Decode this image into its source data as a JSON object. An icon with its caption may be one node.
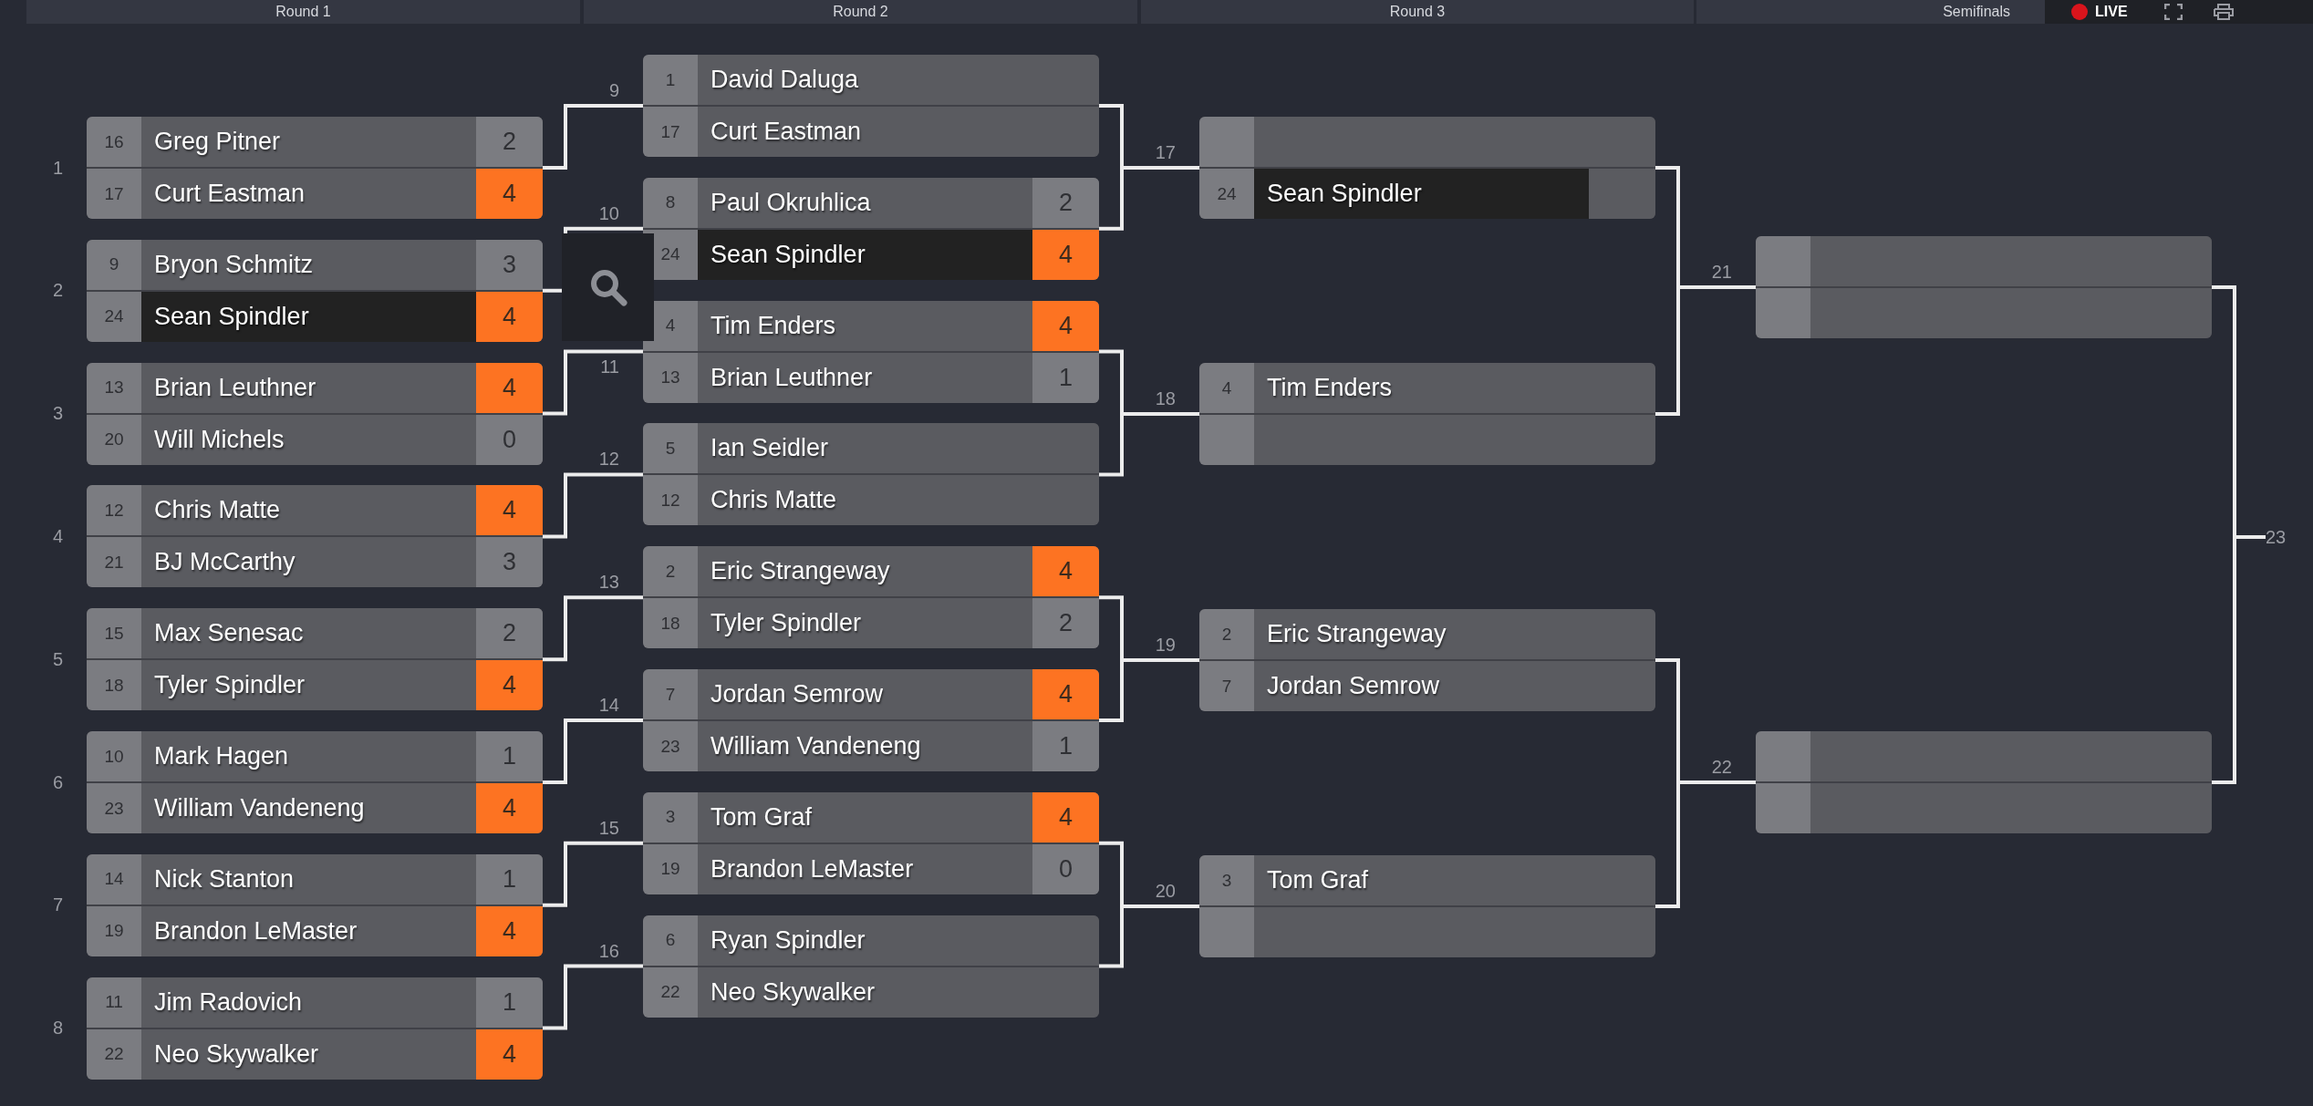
{
  "diagram": {
    "nodes": [
      {
        "text": [],
        "shape": "box",
        "beside": [
          "1"
        ]
      },
      {
        "text": [
          "16",
          "Greg Pitner",
          "2"
        ],
        "in": 0
      },
      {
        "text": [
          "17",
          "Curt Eastman",
          "4"
        ],
        "in": 0
      },
      {
        "text": [],
        "shape": "box",
        "beside": [
          "2"
        ]
      },
      {
        "text": [
          "9",
          "Bryon Schmitz",
          "3"
        ],
        "in": 3
      },
      {
        "text": [
          "24",
          "Sean Spindler",
          "4"
        ],
        "in": 3
      },
      {
        "text": [],
        "shape": "box",
        "beside": [
          "3"
        ]
      },
      {
        "text": [
          "13",
          "Brian Leuthner",
          "4"
        ],
        "in": 6
      },
      {
        "text": [
          "20",
          "Will Michels",
          "0"
        ],
        "in": 6
      },
      {
        "text": [],
        "shape": "box",
        "beside": [
          "4"
        ]
      },
      {
        "text": [
          "12",
          "Chris Matte",
          "4"
        ],
        "in": 9
      },
      {
        "text": [
          "21",
          "BJ McCarthy",
          "3"
        ],
        "in": 9
      },
      {
        "text": [],
        "shape": "box",
        "beside": [
          "5"
        ]
      },
      {
        "text": [
          "15",
          "Max Senesac",
          "2"
        ],
        "in": 12
      },
      {
        "text": [
          "18",
          "Tyler Spindler",
          "4"
        ],
        "in": 12
      },
      {
        "text": [],
        "shape": "box",
        "beside": [
          "6"
        ]
      },
      {
        "text": [
          "10",
          "Mark Hagen",
          "1"
        ],
        "in": 15
      },
      {
        "text": [
          "23",
          "William Vandeneng",
          "4"
        ],
        "in": 15
      },
      {
        "text": [],
        "shape": "box",
        "beside": [
          "7"
        ]
      },
      {
        "text": [
          "14",
          "Nick Stanton",
          "1"
        ],
        "in": 18
      },
      {
        "text": [
          "19",
          "Brandon LeMaster",
          "4"
        ],
        "in": 18
      },
      {
        "text": [],
        "shape": "box",
        "beside": [
          "8"
        ]
      },
      {
        "text": [
          "11",
          "Jim Radovich",
          "1"
        ],
        "in": 21
      },
      {
        "text": [
          "22",
          "Neo Skywalker",
          "4"
        ],
        "in": 21
      },
      {
        "text": [],
        "shape": "box",
        "beside": [
          "9"
        ]
      },
      {
        "text": [
          "1",
          "David Daluga"
        ],
        "in": 24
      },
      {
        "text": [
          "17",
          "Curt Eastman"
        ],
        "in": 24
      },
      {
        "text": [],
        "shape": "box",
        "beside": [
          "10"
        ]
      },
      {
        "text": [
          "8",
          "Paul Okruhlica",
          "2"
        ],
        "in": 27
      },
      {
        "text": [
          "24",
          "Sean Spindler",
          "4"
        ],
        "in": 27
      },
      {
        "text": [],
        "shape": "box",
        "beside": [
          "11"
        ]
      },
      {
        "text": [
          "4",
          "Tim Enders",
          "4"
        ],
        "in": 30
      },
      {
        "text": [
          "13",
          "Brian Leuthner",
          "1"
        ],
        "in": 30
      },
      {
        "text": [],
        "shape": "box",
        "beside": [
          "12"
        ]
      },
      {
        "text": [
          "5",
          "Ian Seidler"
        ],
        "in": 33
      },
      {
        "text": [
          "12",
          "Chris Matte"
        ],
        "in": 33
      },
      {
        "text": [],
        "shape": "box",
        "beside": [
          "13"
        ]
      },
      {
        "text": [
          "2",
          "Eric Strangeway",
          "4"
        ],
        "in": 36
      },
      {
        "text": [
          "18",
          "Tyler Spindler",
          "2"
        ],
        "in": 36
      },
      {
        "text": [],
        "shape": "box",
        "beside": [
          "14"
        ]
      },
      {
        "text": [
          "7",
          "Jordan Semrow",
          "4"
        ],
        "in": 39
      },
      {
        "text": [
          "23",
          "William Vandeneng",
          "1"
        ],
        "in": 39
      },
      {
        "text": [],
        "shape": "box",
        "beside": [
          "15"
        ]
      },
      {
        "text": [
          "3",
          "Tom Graf",
          "4"
        ],
        "in": 42
      },
      {
        "text": [
          "19",
          "Brandon LeMaster",
          "0"
        ],
        "in": 42
      },
      {
        "text": [],
        "shape": "box",
        "beside": [
          "16"
        ]
      },
      {
        "text": [
          "6",
          "Ryan Spindler"
        ],
        "in": 45
      },
      {
        "text": [
          "22",
          "Neo Skywalker"
        ],
        "in": 45
      },
      {
        "text": [],
        "shape": "box",
        "beside": [
          "17"
        ]
      },
      {
        "text": [],
        "shape": "bar",
        "in": 48
      },
      {
        "text": [
          "24",
          "Sean Spindler"
        ],
        "in": 48
      },
      {
        "text": [],
        "shape": "box",
        "beside": [
          "18"
        ]
      },
      {
        "text": [
          "4",
          "Tim Enders"
        ],
        "in": 51
      },
      {
        "text": [],
        "shape": "bar",
        "in": 51
      },
      {
        "text": [],
        "shape": "box",
        "beside": [
          "19"
        ]
      },
      {
        "text": [
          "2",
          "Eric Strangeway"
        ],
        "in": 54
      },
      {
        "text": [
          "7",
          "Jordan Semrow"
        ],
        "in": 54
      },
      {
        "text": [],
        "shape": "box",
        "beside": [
          "20"
        ]
      },
      {
        "text": [
          "3",
          "Tom Graf"
        ],
        "in": 57
      },
      {
        "text": [],
        "shape": "bar",
        "in": 57
      },
      {
        "text": [],
        "shape": "box",
        "beside": [
          "21"
        ]
      },
      {
        "text": [],
        "shape": "bar",
        "in": 60
      },
      {
        "text": [],
        "shape": "bar",
        "in": 60
      },
      {
        "text": [],
        "shape": "box",
        "beside": [
          "22"
        ]
      },
      {
        "text": [],
        "shape": "bar",
        "in": 63
      },
      {
        "text": [],
        "shape": "bar",
        "in": 63
      },
      {
        "text": [
          "23"
        ]
      }
    ],
    "edges": [
      {
        "from": 0,
        "to": 24,
        "arrow": "none"
      },
      {
        "from": 3,
        "to": 27,
        "arrow": "none"
      },
      {
        "from": 6,
        "to": 30,
        "arrow": "none"
      },
      {
        "from": 9,
        "to": 33,
        "arrow": "none"
      },
      {
        "from": 12,
        "to": 36,
        "arrow": "none"
      },
      {
        "from": 15,
        "to": 39,
        "arrow": "none"
      },
      {
        "from": 18,
        "to": 42,
        "arrow": "none"
      },
      {
        "from": 21,
        "to": 45,
        "arrow": "none"
      },
      {
        "from": 24,
        "to": 48,
        "arrow": "none"
      },
      {
        "from": 27,
        "to": 48,
        "arrow": "none"
      },
      {
        "from": 30,
        "to": 51,
        "arrow": "none"
      },
      {
        "from": 33,
        "to": 51,
        "arrow": "none"
      },
      {
        "from": 36,
        "to": 54,
        "arrow": "none"
      },
      {
        "from": 39,
        "to": 54,
        "arrow": "none"
      },
      {
        "from": 42,
        "to": 57,
        "arrow": "none"
      },
      {
        "from": 45,
        "to": 57,
        "arrow": "none"
      },
      {
        "from": 48,
        "to": 60,
        "arrow": "none"
      },
      {
        "from": 51,
        "to": 60,
        "arrow": "none"
      },
      {
        "from": 54,
        "to": 63,
        "arrow": "none"
      },
      {
        "from": 57,
        "to": 63,
        "arrow": "none"
      },
      {
        "from": 60,
        "to": 66,
        "arrow": "none"
      },
      {
        "from": 63,
        "to": 66,
        "arrow": "none"
      }
    ],
    "labels": [
      "Round 1",
      "Round 2",
      "Round 3",
      "Semifinals",
      "LIVE"
    ]
  }
}
